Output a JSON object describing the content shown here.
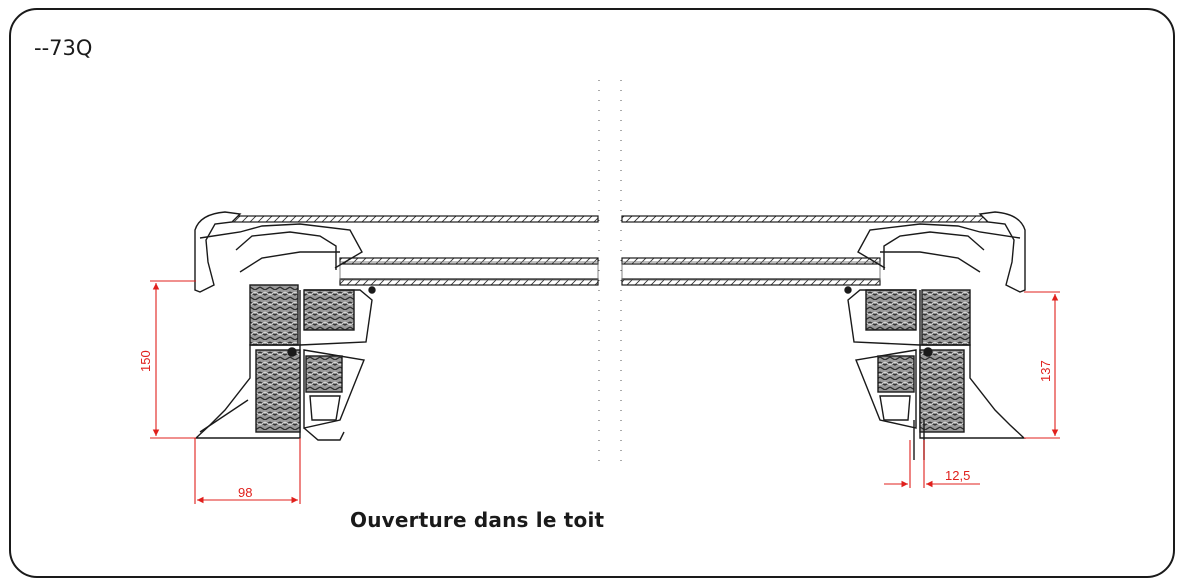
{
  "header": {
    "code": "--73Q"
  },
  "caption": "Ouverture dans le toit",
  "dimensions": {
    "left_height": "150",
    "left_width": "98",
    "right_height": "137",
    "right_offset": "12,5"
  },
  "colors": {
    "line": "#1a1a1a",
    "dimension": "#e0201c",
    "hatch": "#444444",
    "frame": "#1a1a1a"
  }
}
